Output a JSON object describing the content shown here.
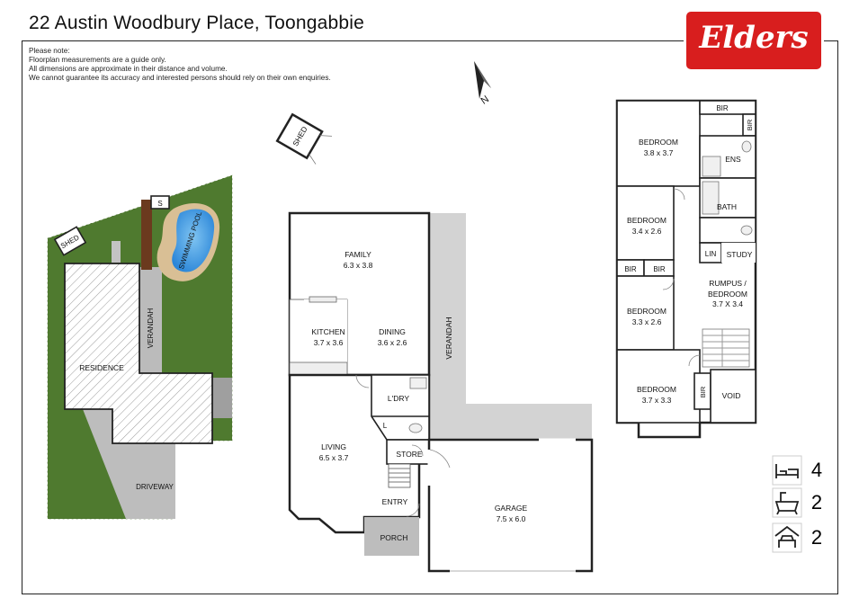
{
  "header": {
    "title": "22 Austin Woodbury Place, Toongabbie",
    "notes": [
      "Please note:",
      "Floorplan measurements are a guide only.",
      "All dimensions are approximate in their distance and volume.",
      "We cannot guarantee its accuracy and interested persons should rely on their own enquiries."
    ]
  },
  "brand": {
    "logo_text": "Elders",
    "color": "#d81e1e"
  },
  "compass": {
    "label": "N"
  },
  "site_plan": {
    "shed": "SHED",
    "small_shed": "S",
    "pool": "SWIMMING POOL",
    "verandah": "VERANDAH",
    "residence": "RESIDENCE",
    "driveway": "DRIVEWAY",
    "colors": {
      "lawn": "#4f7a2f",
      "paving": "#b9b9b9"
    }
  },
  "detached_shed": "SHED",
  "ground_floor": {
    "family": {
      "name": "FAMILY",
      "size": "6.3 x 3.8"
    },
    "kitchen": {
      "name": "KITCHEN",
      "size": "3.7 x 3.6"
    },
    "dining": {
      "name": "DINING",
      "size": "3.6 x 2.6"
    },
    "verandah": "VERANDAH",
    "laundry": "L'DRY",
    "linen": "L",
    "living": {
      "name": "LIVING",
      "size": "6.5 x 3.7"
    },
    "store": "STORE",
    "entry": "ENTRY",
    "porch": "PORCH",
    "garage": {
      "name": "GARAGE",
      "size": "7.5 x 6.0"
    }
  },
  "first_floor": {
    "bed1": {
      "name": "BEDROOM",
      "size": "3.8 x 3.7"
    },
    "bed2": {
      "name": "BEDROOM",
      "size": "3.4 x 2.6"
    },
    "bed3": {
      "name": "BEDROOM",
      "size": "3.3 x 2.6"
    },
    "bed4": {
      "name": "BEDROOM",
      "size": "3.7 x 3.3"
    },
    "bir": "BIR",
    "ensuite": "ENS",
    "bath": "BATH",
    "linen": "LIN",
    "study": "STUDY",
    "rumpus": {
      "name_line1": "RUMPUS /",
      "name_line2": "BEDROOM",
      "size": "3.7  X 3.4"
    },
    "void": "VOID"
  },
  "stats": {
    "bedrooms": "4",
    "bathrooms": "2",
    "garages": "2"
  }
}
